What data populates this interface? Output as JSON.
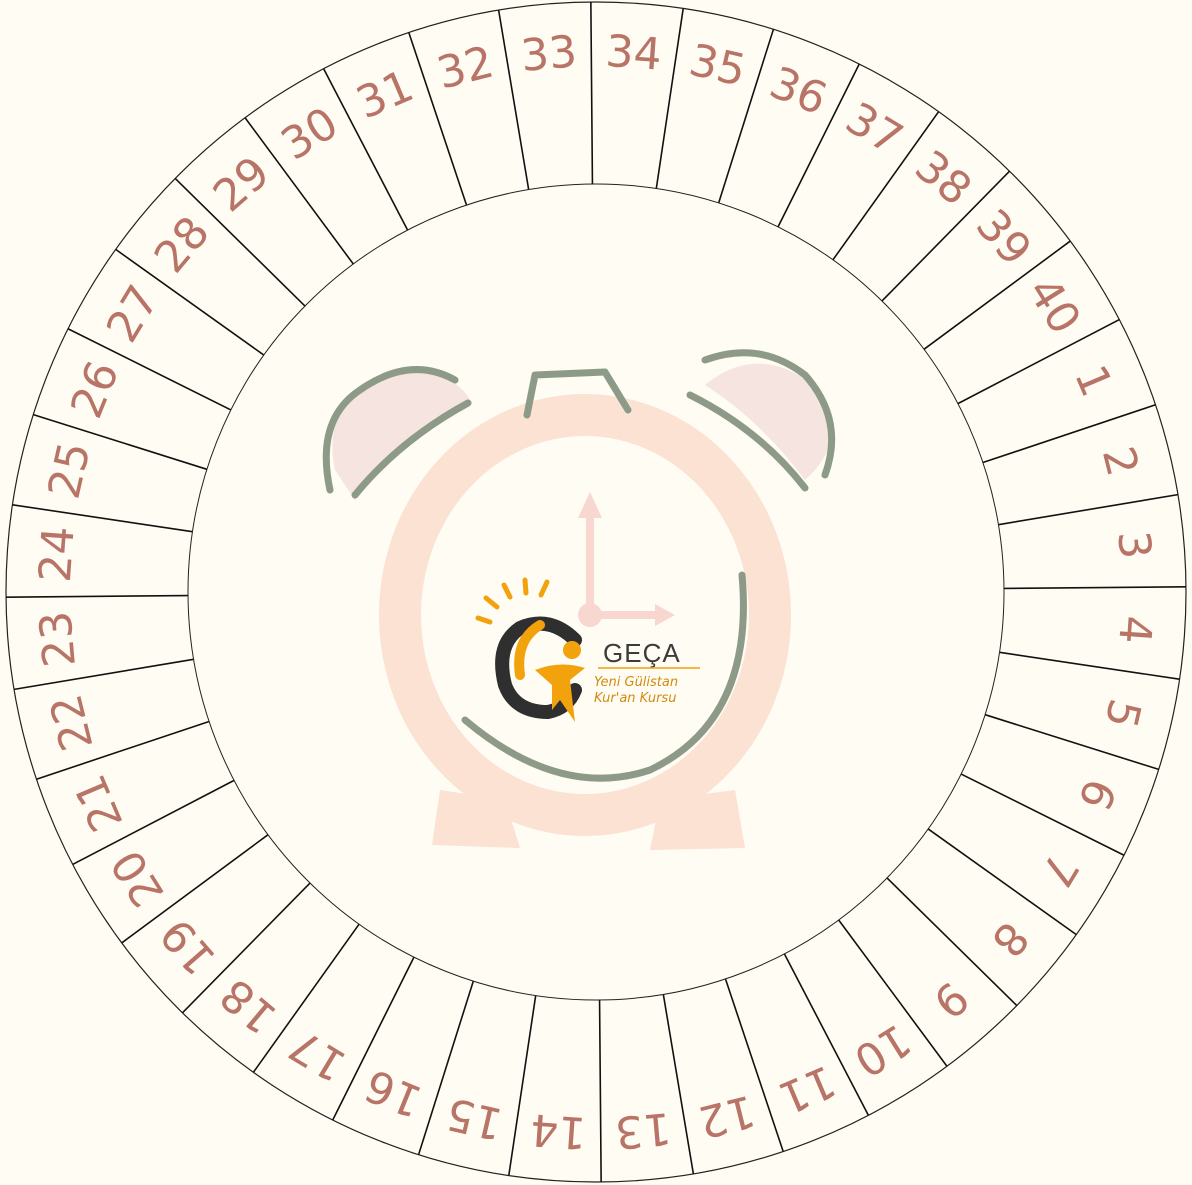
{
  "wheel": {
    "numbers": [
      "1",
      "2",
      "3",
      "4",
      "5",
      "6",
      "7",
      "8",
      "9",
      "10",
      "11",
      "12",
      "13",
      "14",
      "15",
      "16",
      "17",
      "18",
      "19",
      "20",
      "21",
      "22",
      "23",
      "24",
      "25",
      "26",
      "27",
      "28",
      "29",
      "30",
      "31",
      "32",
      "33",
      "34",
      "35",
      "36",
      "37",
      "38",
      "39",
      "40"
    ],
    "colors": {
      "background": "#fefcf3",
      "number": "#b87466",
      "line": "#111111"
    }
  },
  "logo": {
    "title": "GEÇA",
    "line1": "Yeni Gülistan",
    "line2": "Kur'an Kursu",
    "colors": {
      "accent": "#f2a20c",
      "dark": "#2f2f2f"
    }
  },
  "illustration": {
    "icon": "alarm-clock-icon",
    "colors": {
      "body": "#fbe2d3",
      "outline": "#8e9a88",
      "bell": "#f6e4e0"
    }
  }
}
